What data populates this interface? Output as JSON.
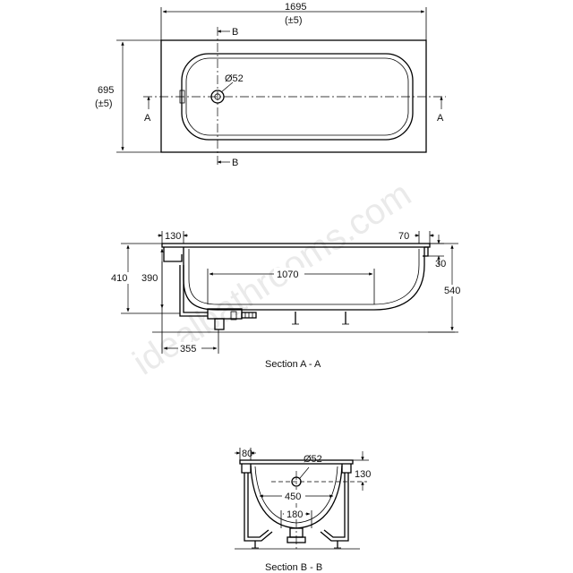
{
  "plan_view": {
    "length": "1695",
    "length_tolerance": "(±5)",
    "width": "695",
    "width_tolerance": "(±5)",
    "waste_diameter": "Ø52",
    "section_a_label": "A",
    "section_b_label": "B"
  },
  "section_a": {
    "caption": "Section A - A",
    "dims": {
      "left_rim": "130",
      "right_rim": "70",
      "rim_depth": "30",
      "floor_length": "1070",
      "overall_height": "410",
      "inner_depth": "390",
      "waste_offset": "355",
      "total_height": "540"
    }
  },
  "section_b": {
    "caption": "Section B - B",
    "dims": {
      "rim_width": "80",
      "waste_diameter": "Ø52",
      "depth_to_waste": "130",
      "base_width": "450",
      "floor_width": "180"
    }
  },
  "watermark": "idealbathrooms.com"
}
